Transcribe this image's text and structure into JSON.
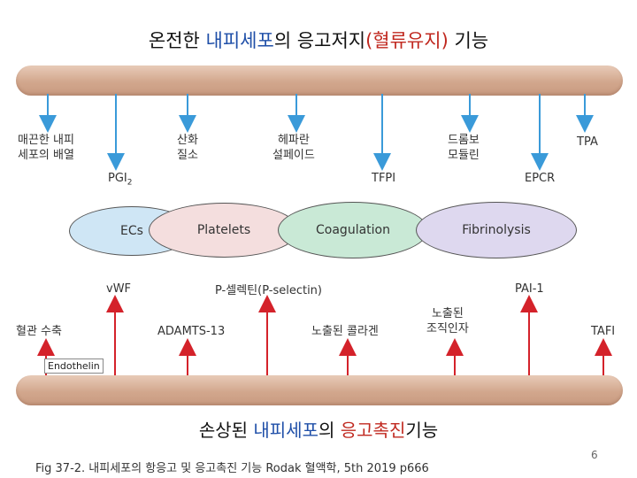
{
  "title": {
    "part1": "온전한 ",
    "part2": "내피세포",
    "part3": "의 응고저지",
    "part4": "(혈류유지)",
    "part5": " 기능"
  },
  "top_labels": {
    "smooth_lining_1": "매끈한 내피",
    "smooth_lining_2": "세포의 배열",
    "pgi2": "PGI",
    "pgi2_sub": "2",
    "nitric_oxide_1": "산화",
    "nitric_oxide_2": "질소",
    "heparan_1": "헤파란",
    "heparan_2": "설페이드",
    "tfpi": "TFPI",
    "thrombo_1": "드롬보",
    "thrombo_2": "모듈린",
    "epcr": "EPCR",
    "tpa": "TPA"
  },
  "ellipses": {
    "ecs": "ECs",
    "platelets": "Platelets",
    "coagulation": "Coagulation",
    "fibrinolysis": "Fibrinolysis"
  },
  "bottom_labels": {
    "vwf": "vWF",
    "p_selectin": "P-셀렉틴(P-selectin)",
    "pai1": "PAI-1",
    "vasoconstriction": "혈관 수축",
    "adamts13": "ADAMTS-13",
    "exposed_collagen": "노출된 콜라겐",
    "exposed_tf_1": "노출된",
    "exposed_tf_2": "조직인자",
    "tafi": "TAFI",
    "endothelin": "Endothelin"
  },
  "bottom_title": {
    "part1": "손상된 ",
    "part2": "내피세포",
    "part3": "의 ",
    "part4": "응고촉진",
    "part5": "기능"
  },
  "caption": "Fig 37-2. 내피세포의 항응고 및 응고촉진 기능 Rodak 혈액학, 5th  2019 p666",
  "page_number": "6",
  "colors": {
    "top_arrow": "#3a9ad9",
    "bottom_arrow": "#d4222a",
    "ecs_fill": "#cfe6f5",
    "platelets_fill": "#f4dede",
    "coagulation_fill": "#c9e9d6",
    "fibrinolysis_fill": "#ded8ef",
    "endothelium": "#d2a78d"
  }
}
